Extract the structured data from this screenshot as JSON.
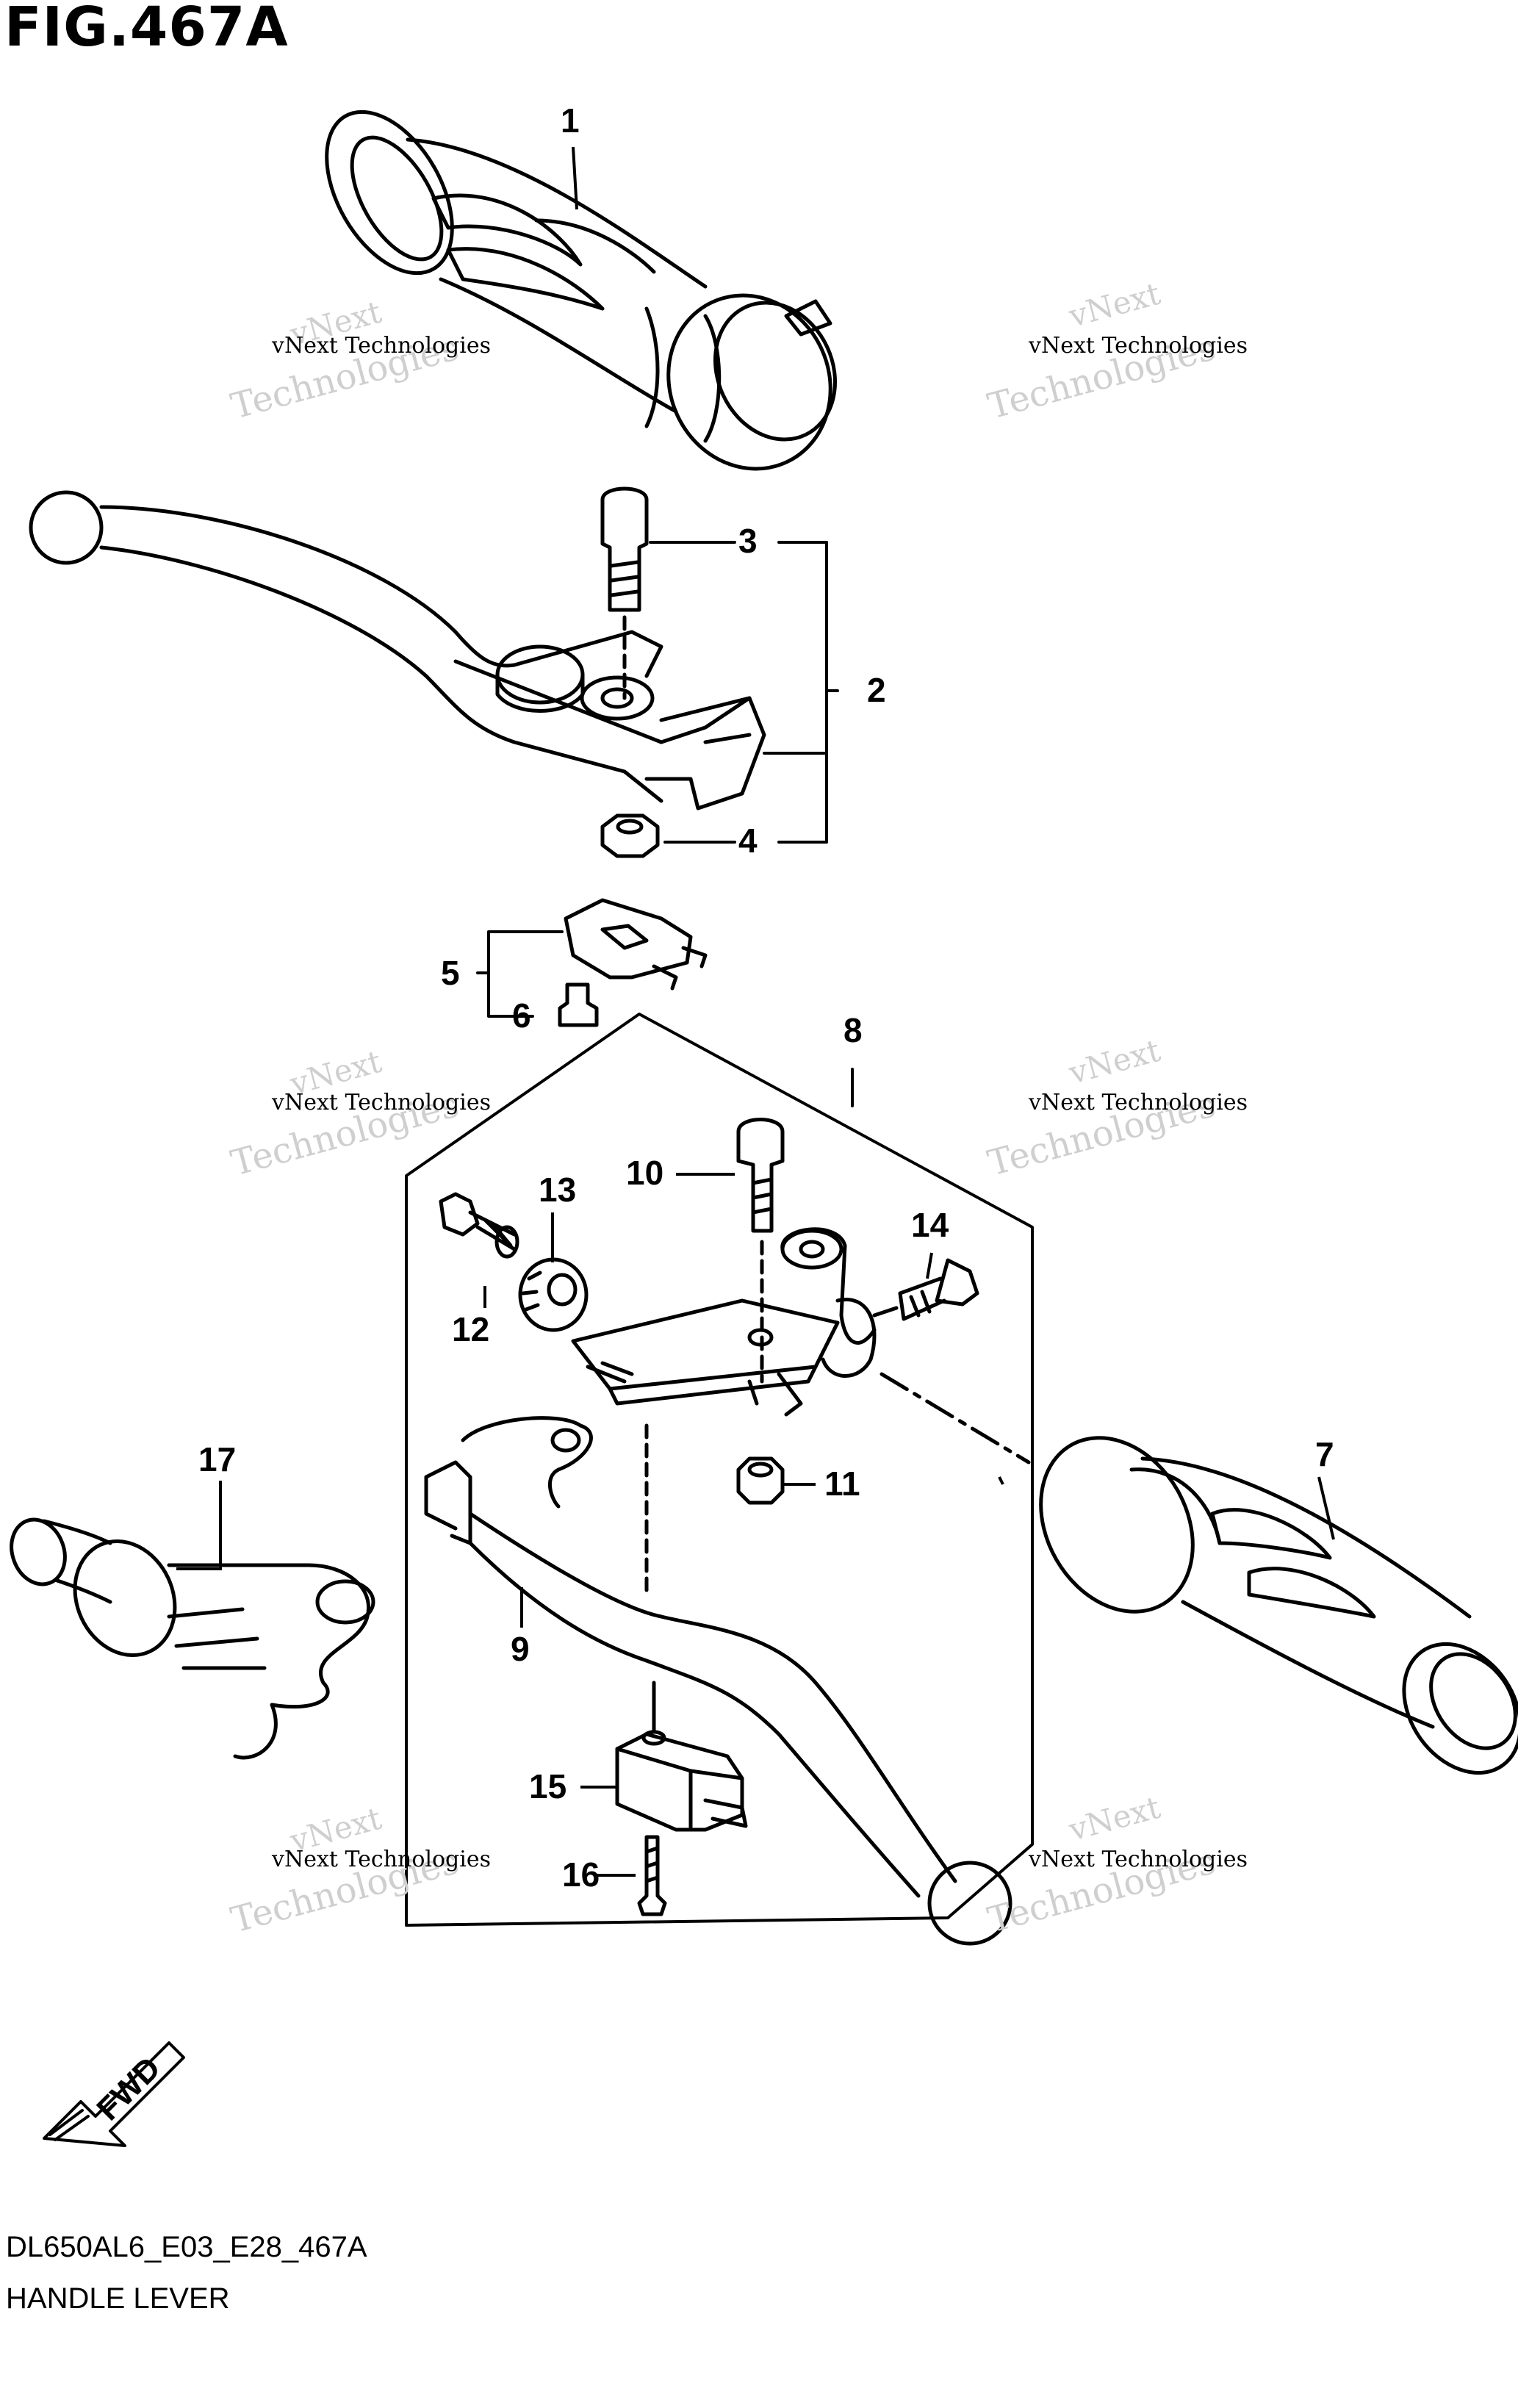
{
  "figure": {
    "title": "FIG.467A",
    "code": "DL650AL6_E03_E28_467A",
    "name": "HANDLE LEVER",
    "fwd_label": "FWD"
  },
  "watermark": {
    "line1": "vNext Technologies",
    "line2": "vNext",
    "line3": "Technologies"
  },
  "callouts": {
    "c1": "1",
    "c2": "2",
    "c3": "3",
    "c4": "4",
    "c5": "5",
    "c6": "6",
    "c7": "7",
    "c8": "8",
    "c9": "9",
    "c10": "10",
    "c11": "11",
    "c12": "12",
    "c13": "13",
    "c14": "14",
    "c15": "15",
    "c16": "16",
    "c17": "17"
  }
}
